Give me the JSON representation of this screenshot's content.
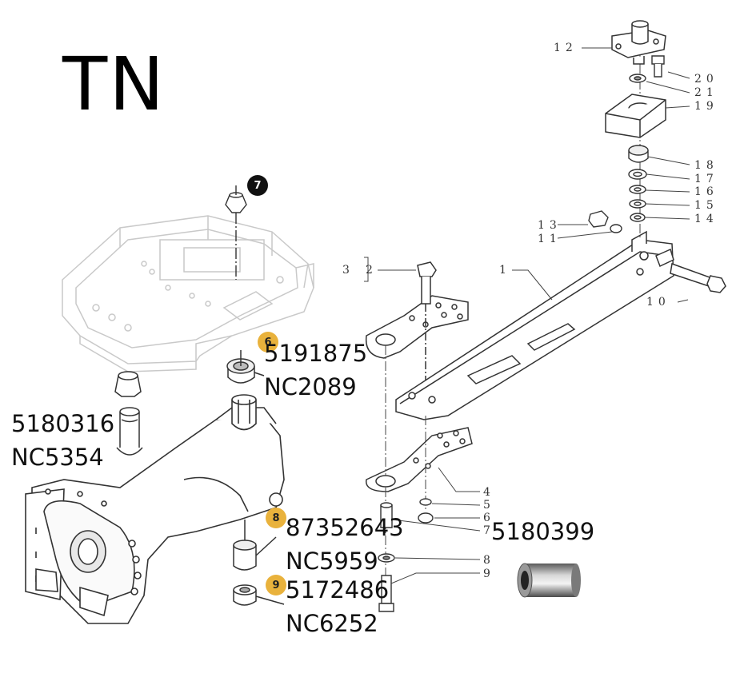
{
  "title": "TN",
  "badges": {
    "b6": "6",
    "b7": "7",
    "b8": "8",
    "b9": "9"
  },
  "parts": {
    "p6": {
      "part": "5191875",
      "code": "NC2089"
    },
    "p5180316": {
      "part": "5180316",
      "code": "NC5354"
    },
    "p8": {
      "part": "87352643",
      "code": "NC5959"
    },
    "p9": {
      "part": "5172486",
      "code": "NC6252"
    },
    "p5180399": {
      "part": "5180399"
    }
  },
  "callouts": {
    "c1": "1",
    "c2": "2",
    "c3": "3",
    "c4": "4",
    "c5": "5",
    "c6": "6",
    "c7": "7",
    "c8": "8",
    "c9": "9",
    "c10": "10",
    "c11": "11",
    "c12": "12",
    "c13": "13",
    "c14": "14",
    "c15": "15",
    "c16": "16",
    "c17": "17",
    "c18": "18",
    "c19": "19",
    "c20": "20",
    "c21": "21"
  },
  "colors": {
    "badge_gold": "#e9b23c",
    "badge_dark": "#111111",
    "line": "#333333",
    "ghost": "#c9c9c9"
  }
}
